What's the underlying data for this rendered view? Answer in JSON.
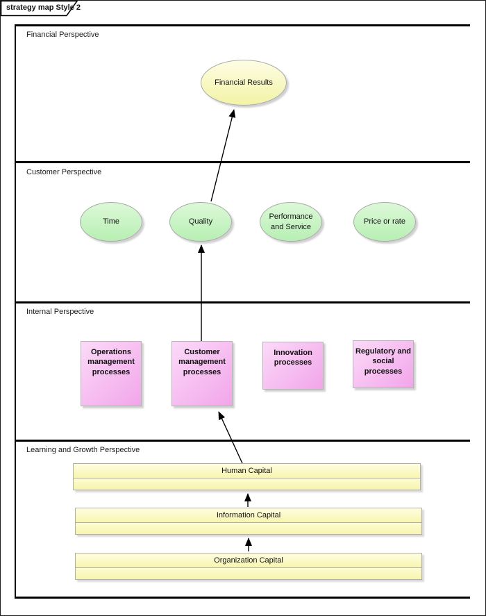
{
  "diagram": {
    "tab_label": "strategy map Style 2"
  },
  "bands": [
    {
      "id": "financial",
      "label": "Financial Perspective"
    },
    {
      "id": "customer",
      "label": "Customer Perspective"
    },
    {
      "id": "internal",
      "label": "Internal Perspective"
    },
    {
      "id": "learning",
      "label": "Learning and Growth Perspective"
    }
  ],
  "nodes": {
    "financial_results": {
      "label": "Financial Results",
      "shape": "ellipse"
    },
    "customer_objectives": [
      {
        "label": "Time"
      },
      {
        "label": "Quality"
      },
      {
        "label": "Performance and Service"
      },
      {
        "label": "Price or rate"
      }
    ],
    "internal_processes": [
      {
        "label": "Operations management processes"
      },
      {
        "label": "Customer management processes"
      },
      {
        "label": "Innovation processes"
      },
      {
        "label": "Regulatory and social processes"
      }
    ],
    "capitals": [
      {
        "label": "Human Capital"
      },
      {
        "label": "Information Capital"
      },
      {
        "label": "Organization Capital"
      }
    ]
  },
  "connectors": [
    {
      "from": "Quality",
      "to": "Financial Results"
    },
    {
      "from": "Customer management processes",
      "to": "Quality"
    },
    {
      "from": "Human Capital",
      "to": "Customer management processes"
    },
    {
      "from": "Information Capital",
      "to": "Human Capital"
    },
    {
      "from": "Organization Capital",
      "to": "Information Capital"
    }
  ],
  "colors": {
    "ellipse_yellow": "#f6f6ae",
    "ellipse_green": "#c3f1bd",
    "box_pink": "#f4b0ec",
    "bar_yellow": "#fbf9c4",
    "frame_line": "#000000",
    "shape_border": "#a9a9a9"
  }
}
